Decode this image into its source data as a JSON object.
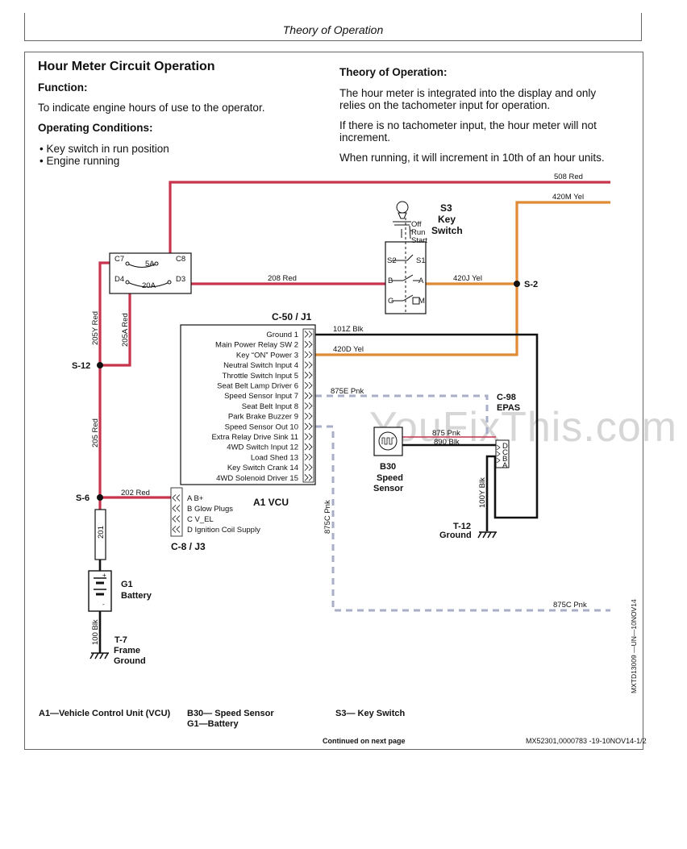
{
  "header": {
    "title": "Theory of Operation"
  },
  "section": {
    "title": "Hour Meter Circuit Operation",
    "function_heading": "Function:",
    "function_text": "To indicate engine hours of use to the operator.",
    "conditions_heading": "Operating Conditions:",
    "conditions": [
      "Key switch in run position",
      "Engine running"
    ],
    "theory_heading": "Theory of Operation:",
    "theory_p1a": "The hour meter is integrated into the display and only",
    "theory_p1b": "relies on the tachometer input for operation.",
    "theory_p2a": "If there is no tachometer input, the hour meter will not",
    "theory_p2b": "increment.",
    "theory_p3": "When running, it will increment in 10th of an hour units."
  },
  "diagram": {
    "wires": {
      "w508": "508 Red",
      "w420m": "420M Yel",
      "w208": "208 Red",
      "w420j": "420J Yel",
      "w205y": "205Y Red",
      "w205a": "205A Red",
      "w205": "205 Red",
      "w202": "202 Red",
      "w201": "201",
      "w100": "100 Blk",
      "w101z": "101Z Blk",
      "w420d": "420D Yel",
      "w875e": "875E Pnk",
      "w875": "875 Pnk",
      "w890": "890 Blk",
      "w100y": "100Y Blk",
      "w875c_v": "875C Pnk",
      "w875c_h": "875C Pnk"
    },
    "fuse": {
      "c7": "C7",
      "c8": "C8",
      "d4": "D4",
      "d3": "D3",
      "f5": "5A",
      "f20": "20A"
    },
    "splices": {
      "s2": "S-2",
      "s12": "S-12",
      "s6": "S-6"
    },
    "s3": {
      "id": "S3",
      "name1": "Key",
      "name2": "Switch",
      "off": "Off",
      "run": "Run",
      "start": "Start",
      "s2": "S2",
      "s1": "S1",
      "b": "B",
      "a": "A",
      "g": "G",
      "m": "M"
    },
    "vcu": {
      "conn_top": "C-50 / J1",
      "conn_bottom": "C-8 / J3",
      "name": "A1 VCU",
      "pins": [
        "Ground 1",
        "Main Power Relay SW 2",
        "Key “ON” Power 3",
        "Neutral Switch Input 4",
        "Throttle Switch Input 5",
        "Seat Belt Lamp Driver 6",
        "Speed Sensor Input 7",
        "Seat Belt Input 8",
        "Park Brake Buzzer 9",
        "Speed Sensor Out 10",
        "Extra Relay Drive Sink 11",
        "4WD Switch Input 12",
        "Load Shed 13",
        "Key Switch Crank 14",
        "4WD Solenoid Driver 15"
      ],
      "j3pins": [
        "A B+",
        "B Glow Plugs",
        "C V_EL",
        "D Ignition Coil Supply"
      ]
    },
    "epas": {
      "id": "C-98",
      "name": "EPAS",
      "d": "D",
      "c": "C",
      "b": "B",
      "a": "A"
    },
    "b30": {
      "id": "B30",
      "name1": "Speed",
      "name2": "Sensor"
    },
    "t12": {
      "id": "T-12",
      "name": "Ground"
    },
    "g1": {
      "id": "G1",
      "name": "Battery"
    },
    "t7": {
      "id": "T-7",
      "name1": "Frame",
      "name2": "Ground"
    },
    "side_code": "MXTD13009 —UN—10NOV14"
  },
  "legend": {
    "a1": "A1—Vehicle Control Unit (VCU)",
    "b30": "B30— Speed Sensor",
    "g1": "G1—Battery",
    "s3": "S3— Key Switch"
  },
  "footer": {
    "continued": "Continued on next page",
    "code": "MX52301,0000783 -19-10NOV14-1/2"
  },
  "watermark": "YouFixThis.com",
  "colors": {
    "red": "#c8344e",
    "yellow": "#e08a35",
    "black": "#111111",
    "pink_dashed": "#a9aec8"
  }
}
